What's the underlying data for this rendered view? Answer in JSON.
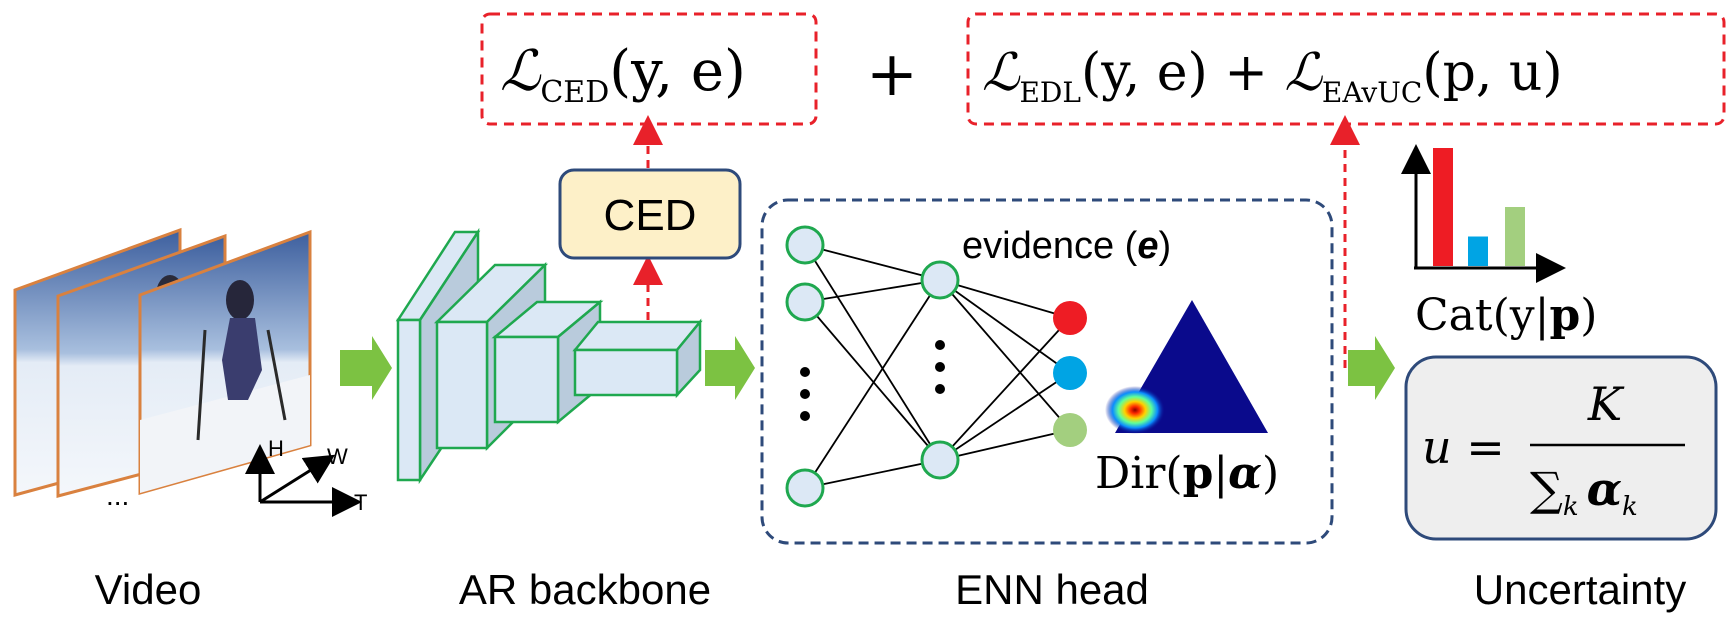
{
  "labels": {
    "video": "Video",
    "backbone": "AR backbone",
    "enn_head": "ENN head",
    "uncertainty": "Uncertainty"
  },
  "axes": {
    "h": "H",
    "w": "W",
    "t": "T"
  },
  "frames_ellipsis": "...",
  "ced_label": "CED",
  "evidence_label": "evidence (",
  "evidence_symbol": "e",
  "evidence_close": ")",
  "loss": {
    "ced_script": "ℒ",
    "ced_sub": "CED",
    "ced_args": "(y, e)",
    "plus": "+",
    "edl_script": "ℒ",
    "edl_sub": "EDL",
    "edl_args": "(y, e) + ",
    "eavuc_script": "ℒ",
    "eavuc_sub": "EAvUC",
    "eavuc_args": "(p, u)"
  },
  "dirichlet": {
    "prefix": "Dir(",
    "p": "p",
    "bar": "|",
    "alpha": "α",
    "close": ")"
  },
  "categorical": {
    "prefix": "Cat(y|",
    "p": "p",
    "close": ")"
  },
  "uncertainty_formula": {
    "lhs": "u =",
    "numerator": "K",
    "denominator_sum": "∑",
    "denominator_sub": "k",
    "denominator_alpha": "α",
    "denominator_alpha_sub": "k"
  },
  "colors": {
    "green_arrow": "#7cc242",
    "red_dashed": "#e8212a",
    "navy_border": "#2e4a7a",
    "ced_fill": "#fdf0c8",
    "neuron_fill": "#dce8f5",
    "neuron_border": "#1fa84f",
    "block_face": "#dbe8f5",
    "block_side": "#b9cbdc",
    "red_node": "#ee1c24",
    "blue_node": "#00a4e4",
    "green_node": "#a3cf7f",
    "bar_red": "#ee1c24",
    "bar_blue": "#00a4e4",
    "bar_green": "#a3cf7f",
    "uncertainty_fill": "#eeeeee",
    "frame_border": "#d9813f"
  },
  "categorical_bars": [
    1.0,
    0.25,
    0.5
  ]
}
